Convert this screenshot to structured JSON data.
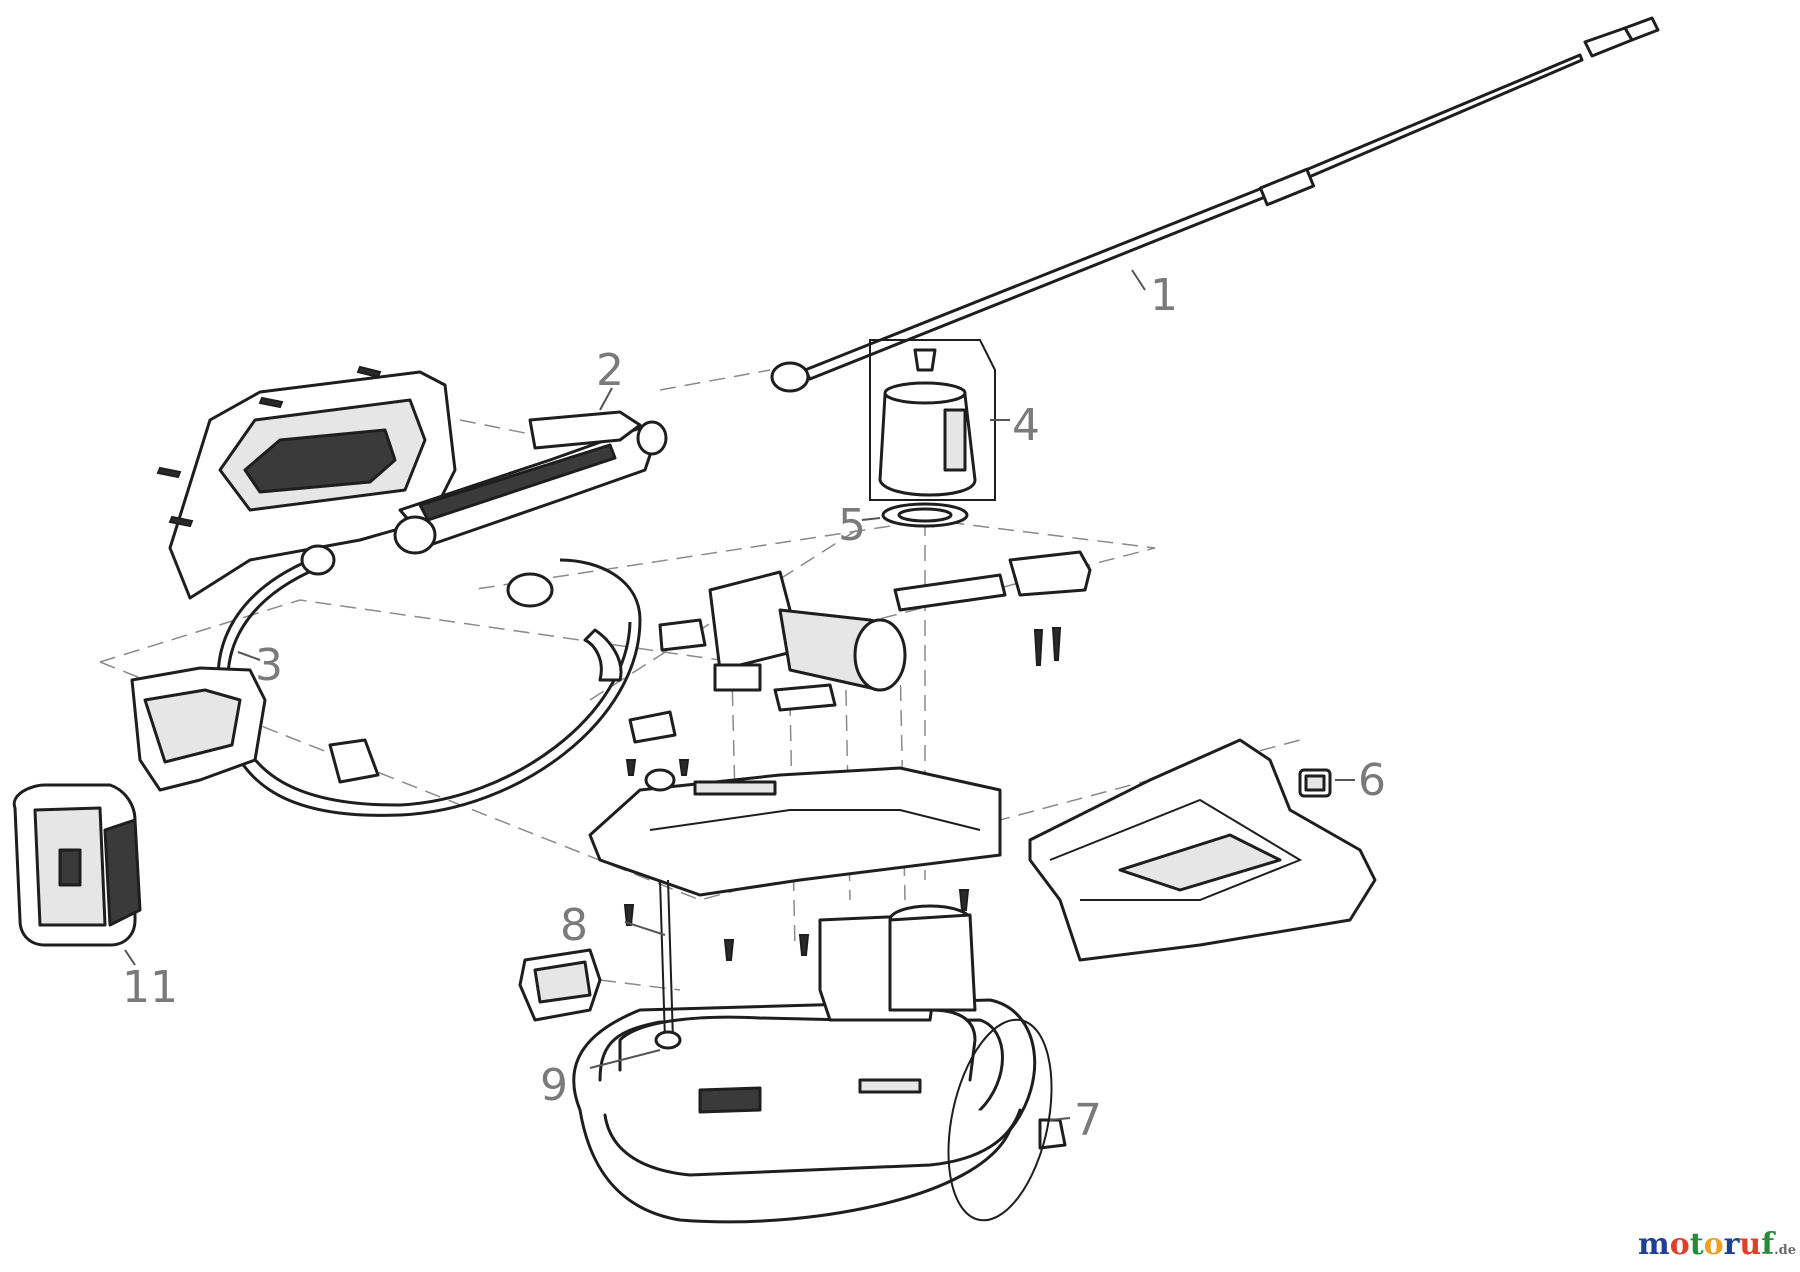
{
  "callouts": [
    {
      "number": "1"
    },
    {
      "number": "2"
    },
    {
      "number": "3"
    },
    {
      "number": "4"
    },
    {
      "number": "5"
    },
    {
      "number": "6"
    },
    {
      "number": "7"
    },
    {
      "number": "8"
    },
    {
      "number": "9"
    },
    {
      "number": "11"
    }
  ],
  "watermark": {
    "letters": [
      {
        "ch": "m",
        "color": "#1f3f8f"
      },
      {
        "ch": "o",
        "color": "#e0402a"
      },
      {
        "ch": "t",
        "color": "#2a8a3c"
      },
      {
        "ch": "o",
        "color": "#f0a020"
      },
      {
        "ch": "r",
        "color": "#1f3f8f"
      },
      {
        "ch": "u",
        "color": "#e0402a"
      },
      {
        "ch": "f",
        "color": "#2a8a3c"
      }
    ],
    "tld": ".de"
  }
}
